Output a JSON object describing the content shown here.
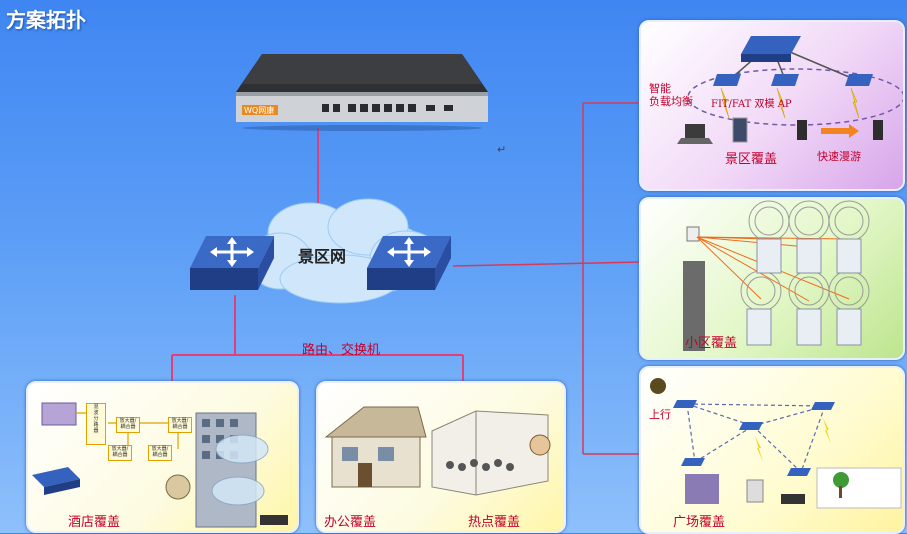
{
  "title": "方案拓扑",
  "gateway": {
    "brand": "WQ网康"
  },
  "cloud": {
    "label": "景区网"
  },
  "switch_label": "路由、交换机",
  "return_mark": "↵",
  "panels": {
    "scenic": {
      "label": "景区覆盖",
      "load_balance": "智能\n负载均衡",
      "mode": "FIT/FAT 双模 AP",
      "roaming": "快速漫游"
    },
    "residential": {
      "label": "小区覆盖"
    },
    "plaza": {
      "label": "广场覆盖",
      "uplink": "上行"
    },
    "hotel": {
      "label": "酒店覆盖",
      "devices": [
        "混\n波\n分\n路\n器",
        "放大器/\n耦合器",
        "放大器/\n耦合器",
        "放大器/\n耦合器",
        "放大器/\n耦合器"
      ]
    },
    "office": {
      "label": "办公覆盖"
    },
    "hotspot": {
      "label": "热点覆盖"
    }
  },
  "colors": {
    "link": "#d63a5a",
    "link_pink": "#e0407a",
    "label": "#c4002a"
  }
}
